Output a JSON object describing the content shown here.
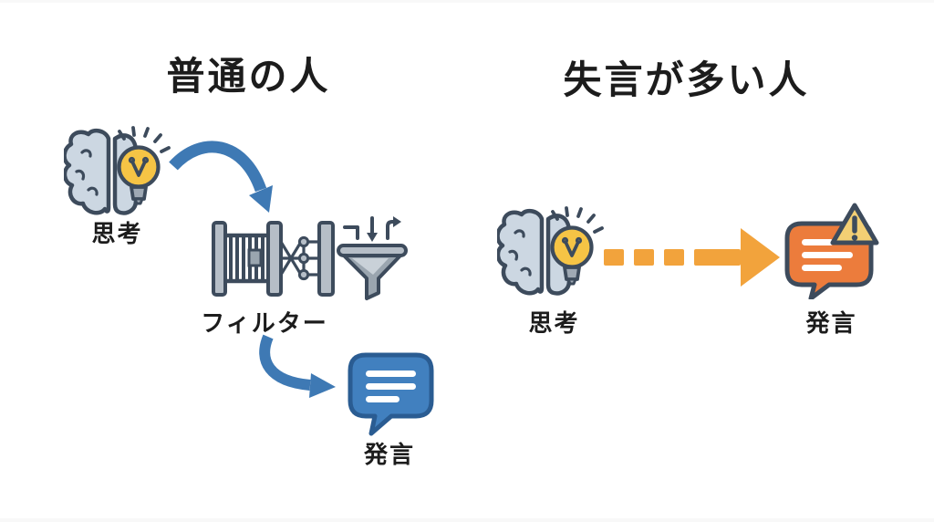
{
  "left_panel": {
    "title": "普通の人",
    "thought": {
      "label": "思考"
    },
    "filter": {
      "label": "フィルター"
    },
    "speech": {
      "label": "発言"
    }
  },
  "right_panel": {
    "title": "失言が多い人",
    "thought": {
      "label": "思考"
    },
    "speech": {
      "label": "発言"
    }
  },
  "icons": {
    "left": [
      "brain-idea-icon",
      "curved-arrow-icon",
      "filter-machine-icon",
      "funnel-icon",
      "curved-arrow-icon",
      "speech-bubble-icon"
    ],
    "right": [
      "brain-idea-icon",
      "dashed-arrow-icon",
      "speech-bubble-warning-icon"
    ]
  },
  "colors": {
    "outline": "#3d4b5c",
    "brain_fill": "#ccd7e2",
    "bulb_yellow": "#f6c445",
    "bulb_base": "#9fa9b4",
    "arrow_blue": "#3e79b4",
    "bubble_blue_fill": "#4180bf",
    "bubble_blue_stroke": "#2a5c92",
    "arrow_orange": "#f2a33c",
    "bubble_orange_fill": "#ec7c3c",
    "warning_yellow": "#f3cf74",
    "machine_gray": "#b6bec7",
    "machine_gray_dark": "#9aa5af",
    "machine_highlight": "#c9d1d8",
    "text_color": "#1c1c1c",
    "background": "#ffffff"
  }
}
